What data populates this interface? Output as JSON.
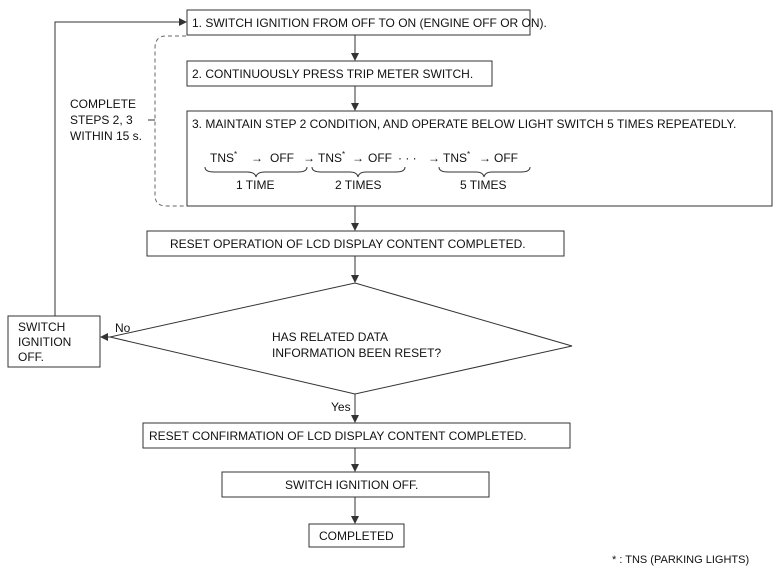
{
  "steps": {
    "step1": "1. SWITCH IGNITION FROM OFF TO ON (ENGINE OFF OR ON).",
    "step2": "2. CONTINUOUSLY PRESS TRIP METER SWITCH.",
    "step3": "3. MAINTAIN STEP 2 CONDITION, AND OPERATE BELOW LIGHT SWITCH 5 TIMES REPEATEDLY."
  },
  "sequence": {
    "tns": "TNS",
    "star": "*",
    "arrow": "→",
    "off": "OFF",
    "dots": "· · ·",
    "time1": "1 TIME",
    "time2": "2 TIMES",
    "time5": "5 TIMES"
  },
  "bracket_note": {
    "line1": "COMPLETE",
    "line2": "STEPS 2, 3",
    "line3": "WITHIN 15 s."
  },
  "reset_operation": "RESET OPERATION OF LCD DISPLAY CONTENT COMPLETED.",
  "decision": {
    "line1": "HAS RELATED DATA",
    "line2": "INFORMATION BEEN RESET?",
    "no_label": "No",
    "yes_label": "Yes"
  },
  "switch_off_box": {
    "line1": "SWITCH",
    "line2": "IGNITION",
    "line3": "OFF."
  },
  "reset_confirmation": "RESET CONFIRMATION OF LCD DISPLAY CONTENT COMPLETED.",
  "switch_ignition_off": "SWITCH IGNITION OFF.",
  "completed": "COMPLETED",
  "footnote": "* : TNS (PARKING LIGHTS)"
}
